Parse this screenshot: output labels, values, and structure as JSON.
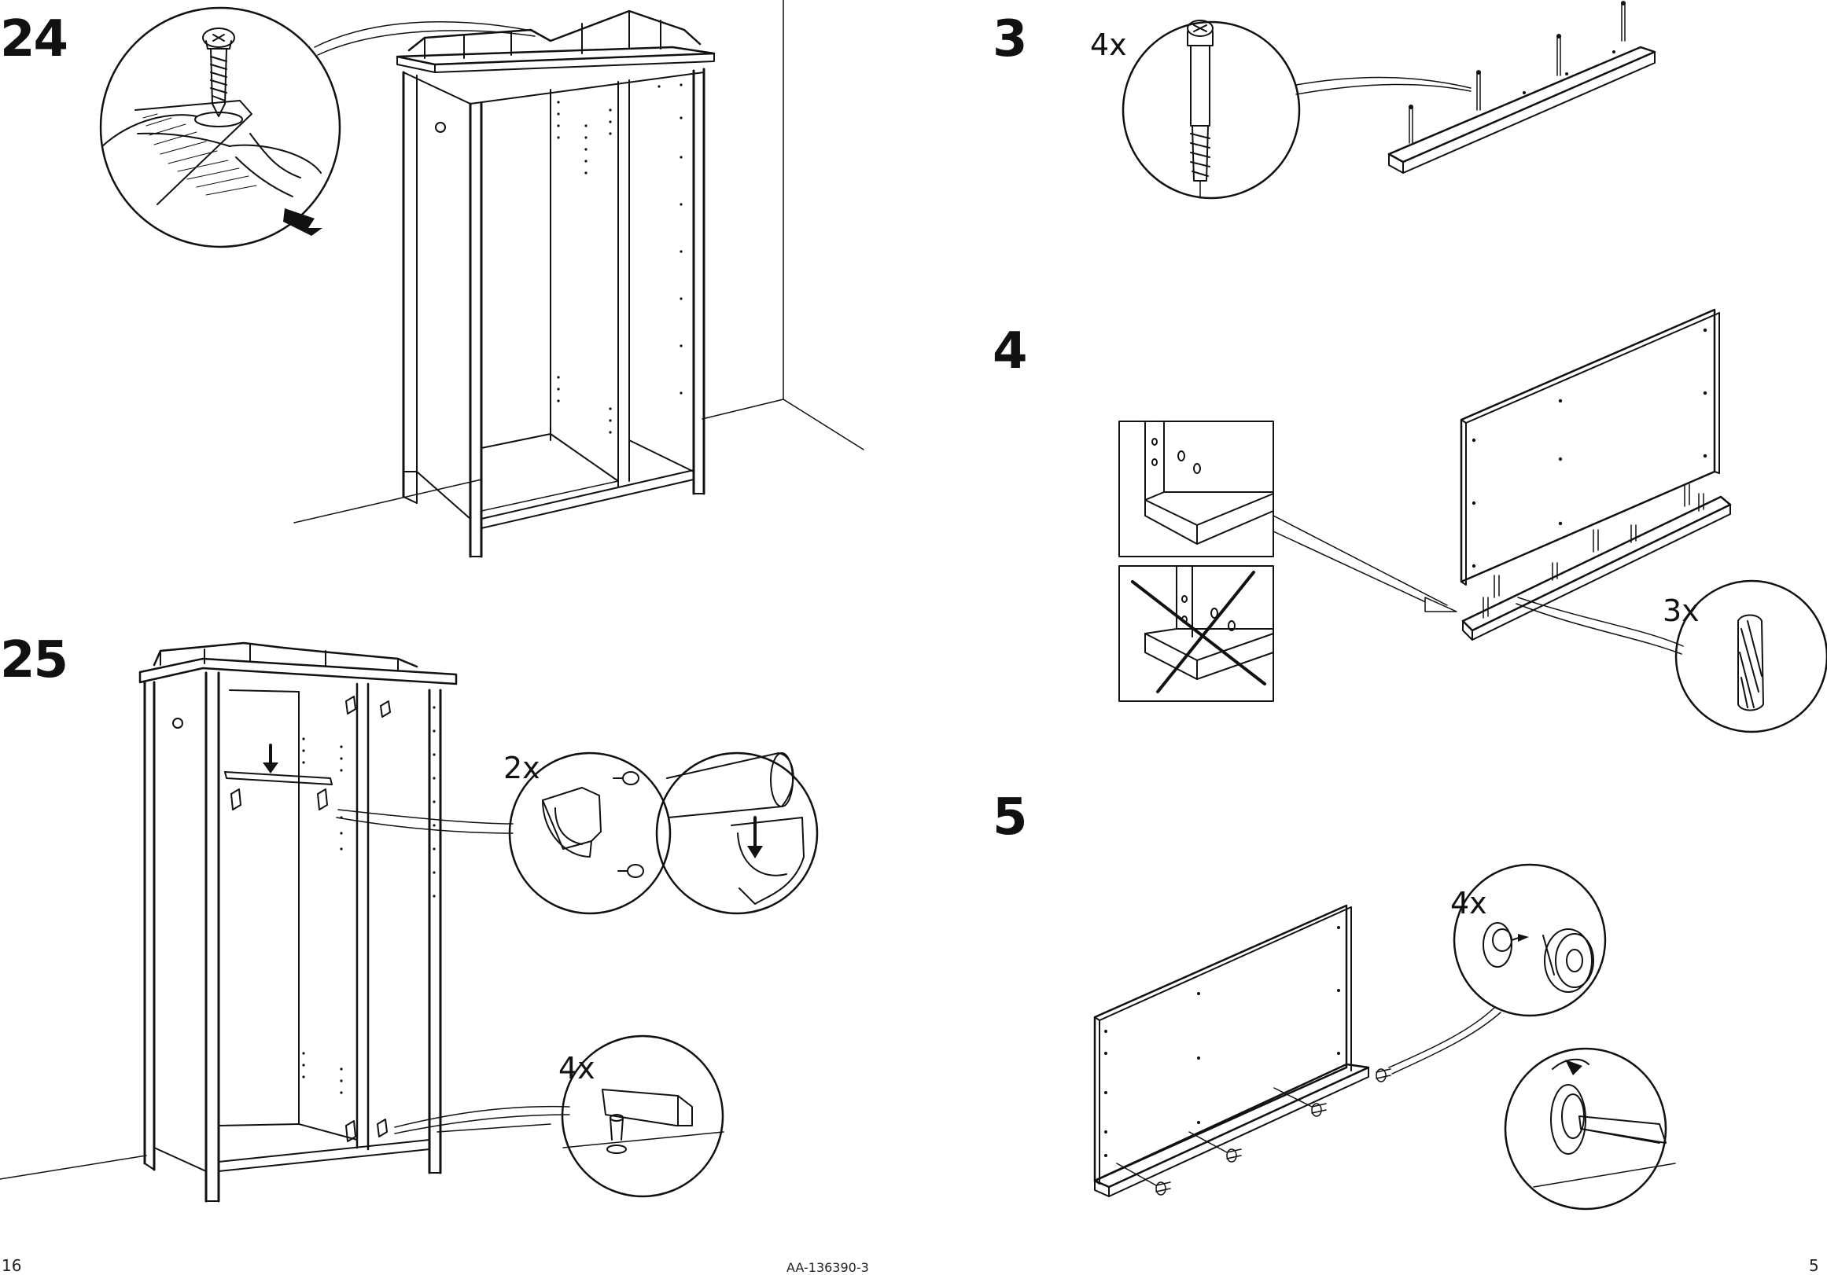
{
  "steps": {
    "s24": {
      "number": "24"
    },
    "s25": {
      "number": "25",
      "detail_qty_1": "2x",
      "detail_qty_2": "4x"
    },
    "s3": {
      "number": "3",
      "detail_qty": "4x"
    },
    "s4": {
      "number": "4",
      "detail_qty": "3x"
    },
    "s5": {
      "number": "5",
      "detail_qty": "4x"
    }
  },
  "footer": {
    "page_left": "16",
    "doc_code": "AA-136390-3",
    "page_right": "5"
  },
  "colors": {
    "ink": "#111111",
    "paper": "#ffffff"
  }
}
